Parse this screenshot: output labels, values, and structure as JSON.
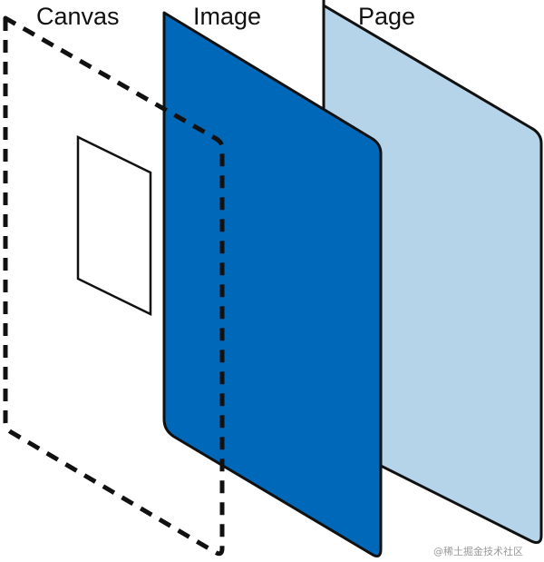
{
  "diagram": {
    "layers": [
      {
        "id": "canvas",
        "label": "Canvas",
        "fill": "none",
        "stroke": "#111111",
        "style": "dashed"
      },
      {
        "id": "image",
        "label": "Image",
        "fill": "#0068B8",
        "stroke": "#111111",
        "style": "solid"
      },
      {
        "id": "page",
        "label": "Page",
        "fill": "#B5D4EA",
        "stroke": "#111111",
        "style": "solid"
      }
    ],
    "watermark": "@稀土掘金技术社区"
  }
}
